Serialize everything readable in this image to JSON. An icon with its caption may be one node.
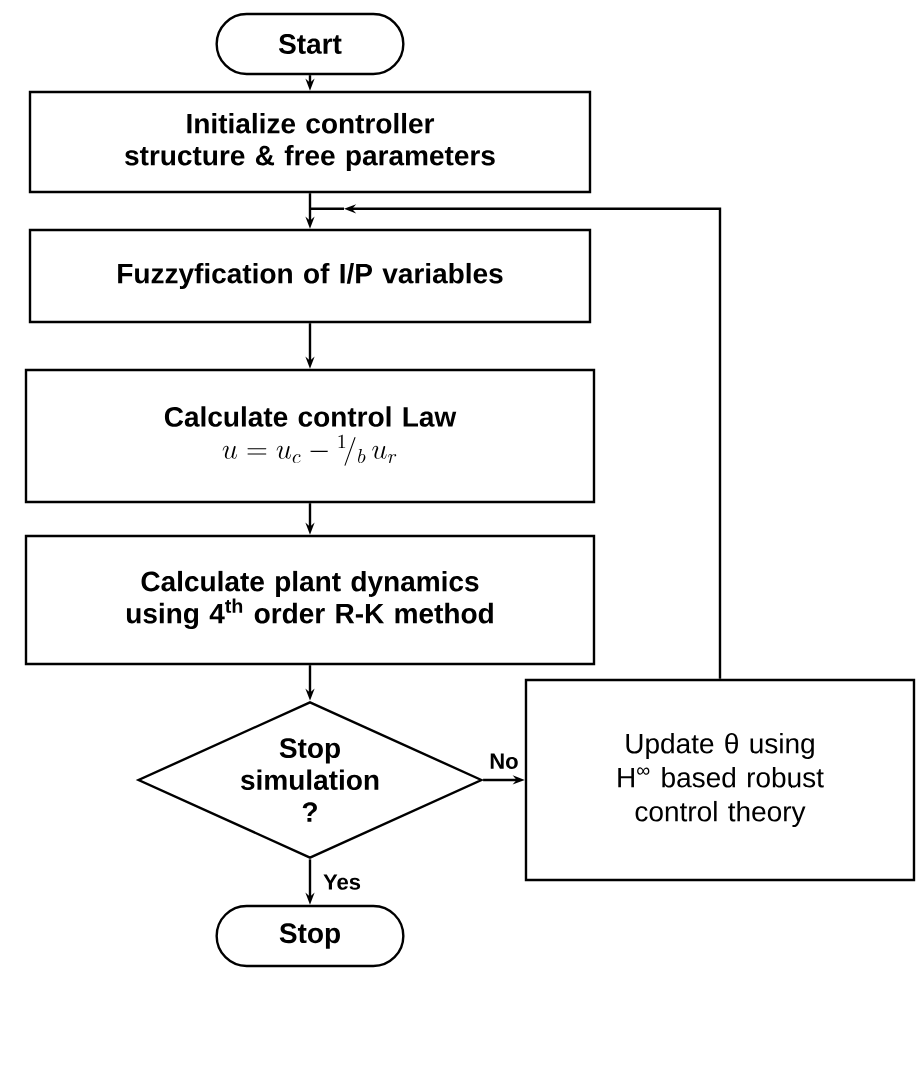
{
  "diagram": {
    "nodes": [
      {
        "text": [
          "Start"
        ]
      },
      {
        "text": [
          "Initialize controller structure & free parameters"
        ]
      },
      {
        "text": [
          "Fuzzyfication of I/P variables"
        ]
      },
      {
        "text": [
          "Calculate control Law",
          "u = u_{c} - {}^{1}\\!/_{b}\\, u_{r}"
        ]
      },
      {
        "text": [
          "Calculate plant dynamics using 4$^{th}$ order R-K method"
        ]
      },
      {
        "text": [
          "Stop simulation ?"
        ]
      },
      {
        "text": [
          "Update θ using H$^{∞}$ based robust control theory"
        ]
      },
      {
        "text": [
          "Stop"
        ]
      }
    ],
    "edges": [
      {
        "from": 0,
        "to": 1,
        "arrow": "to"
      },
      {
        "from": 1,
        "to": 2,
        "arrow": "to"
      },
      {
        "from": 2,
        "to": 3,
        "arrow": "to"
      },
      {
        "from": 3,
        "to": 4,
        "arrow": "to"
      },
      {
        "from": 4,
        "to": 5,
        "arrow": "to"
      },
      {
        "from": 5,
        "to": 6,
        "label": "No",
        "arrow": "to"
      },
      {
        "from": 5,
        "to": 7,
        "label": "Yes",
        "arrow": "to"
      },
      {
        "from": 6,
        "to": 2,
        "arrow": "to"
      }
    ]
  }
}
